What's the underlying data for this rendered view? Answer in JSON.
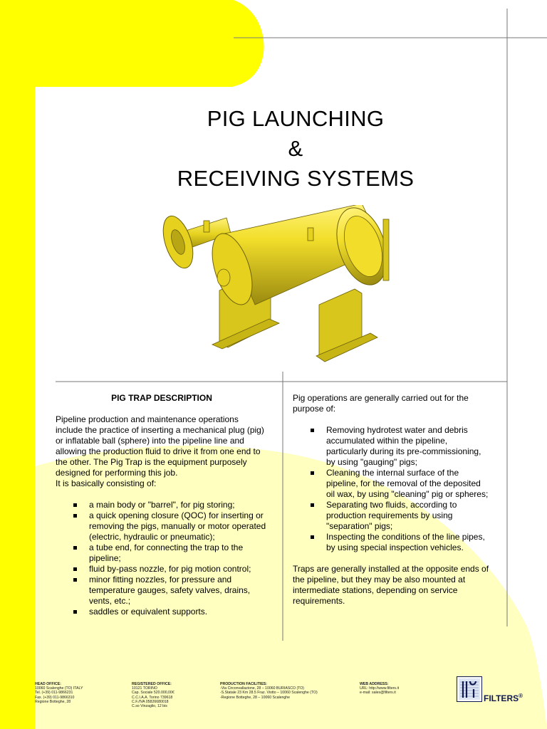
{
  "colors": {
    "accent_yellow": "#ffff00",
    "pale_yellow": "#ffffc0",
    "equipment_yellow": "#e6d21e",
    "rule_gray": "#777777",
    "logo_navy": "#101a50"
  },
  "title": {
    "line1": "PIG LAUNCHING",
    "line2": "&",
    "line3": "RECEIVING SYSTEMS"
  },
  "left_column": {
    "heading": "PIG TRAP DESCRIPTION",
    "intro": "Pipeline production and maintenance operations include the practice of inserting a mechanical plug (pig) or inflatable ball (sphere) into the pipeline line and allowing the production fluid to drive it from one end to the other. The Pig Trap is the equipment purposely designed for performing this job.",
    "consisting": "It is basically consisting of:",
    "bullets": [
      "a main body or \"barrel\", for pig storing;",
      "a quick opening closure (QOC) for inserting or removing the pigs, manually or motor operated (electric, hydraulic or pneumatic);",
      "a tube end, for connecting the trap to the pipeline;",
      "fluid by-pass nozzle, for pig motion control;",
      "minor fitting nozzles, for pressure and temperature gauges, safety valves, drains, vents, etc.;",
      "saddles or equivalent supports."
    ]
  },
  "right_column": {
    "intro": "Pig operations are generally carried out for the purpose of:",
    "bullets": [
      "Removing hydrotest water and debris accumulated within the pipeline, particularly during its pre-commissioning, by using \"gauging\" pigs;",
      "Cleaning the internal surface of the pipeline, for the removal of the deposited oil wax, by using \"cleaning\" pig or spheres;",
      "Separating two fluids, according to production requirements by using \"separation\" pigs;",
      "Inspecting the conditions of the line pipes, by using special inspection vehicles."
    ],
    "closing": "Traps are generally installed at the opposite ends of the pipeline, but they may be also mounted at intermediate stations, depending on service requirements."
  },
  "footer": {
    "head_office": {
      "label": "HEAD OFFICE:",
      "lines": [
        "10060 Scalenghe (TO) ITALY",
        "Tel. (+39) 011-9866231",
        "Fax. (+39) 011-9866310",
        "Regione Botteghe, 28"
      ]
    },
    "registered_office": {
      "label": "REGISTERED OFFICE:",
      "lines": [
        "10121 TORINO",
        "Cap. Sociale 520.000,00€",
        "C.C.I.A.A. Torino 739618",
        "C.F./IVA 05826680018",
        "C.so Vinzaglio, 12 bis"
      ]
    },
    "production": {
      "label": "PRODUCTION FACILITIES:",
      "lines": [
        "-Via Circonvallazione, 28 – 10060 BURIASCO (TO)",
        "-S.Statale 23 Km 28.5 Fraz. Viotto – 10060 Scalenghe (TO)",
        "-Regione Botteghe, 28 – 10060 Scalenghe"
      ]
    },
    "web": {
      "label": "WEB ADDRESS:",
      "lines": [
        "URL: http://www.filters.it",
        "e-mail: sales@filters.it"
      ]
    }
  },
  "logo": {
    "text": "FILTERS",
    "mark": "®"
  }
}
